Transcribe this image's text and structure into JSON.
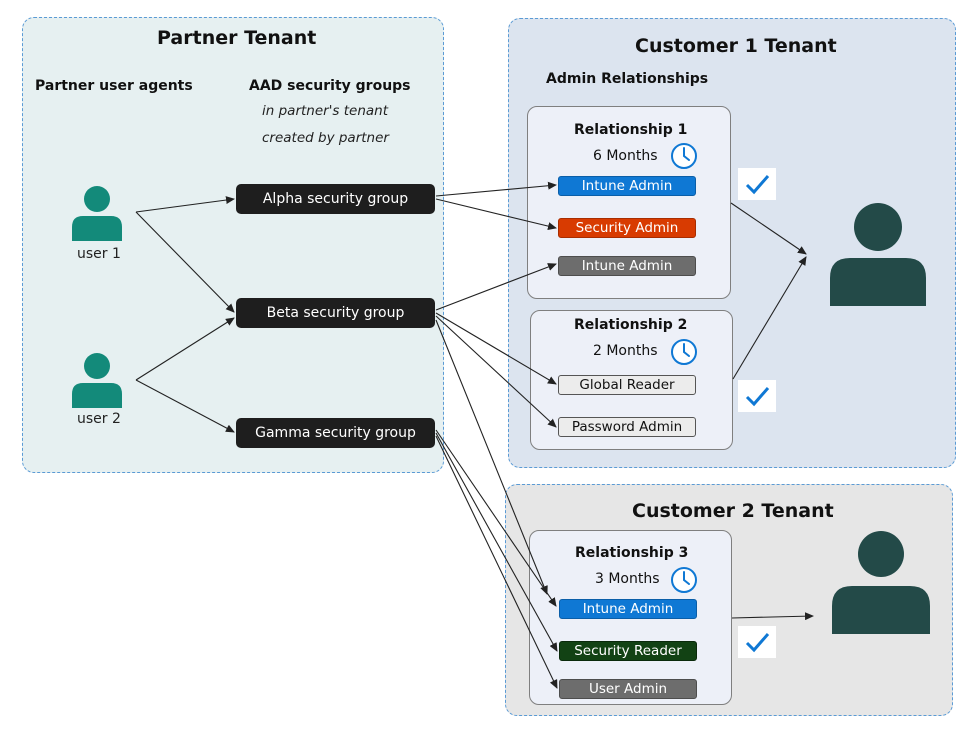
{
  "partner": {
    "title": "Partner Tenant",
    "agents_heading": "Partner user agents",
    "groups_heading": "AAD security groups",
    "groups_note_line1": "in partner's tenant",
    "groups_note_line2": "created by partner",
    "users": [
      {
        "label": "user 1"
      },
      {
        "label": "user 2"
      }
    ],
    "groups": [
      {
        "label": "Alpha security group"
      },
      {
        "label": "Beta security group"
      },
      {
        "label": "Gamma security group"
      }
    ]
  },
  "customer1": {
    "title": "Customer 1 Tenant",
    "subtitle": "Admin Relationships",
    "relationships": [
      {
        "title": "Relationship 1",
        "duration": "6 Months",
        "roles": [
          {
            "label": "Intune Admin",
            "color": "#0f78d4"
          },
          {
            "label": "Security Admin",
            "color": "#d83b01"
          },
          {
            "label": "Intune Admin",
            "color": "#6d6d6d"
          }
        ]
      },
      {
        "title": "Relationship 2",
        "duration": "2 Months",
        "roles": [
          {
            "label": "Global Reader",
            "color": "#ececec"
          },
          {
            "label": "Password Admin",
            "color": "#ececec"
          }
        ]
      }
    ]
  },
  "customer2": {
    "title": "Customer 2 Tenant",
    "relationships": [
      {
        "title": "Relationship 3",
        "duration": "3 Months",
        "roles": [
          {
            "label": "Intune Admin",
            "color": "#0f78d4"
          },
          {
            "label": "Security Reader",
            "color": "#124214"
          },
          {
            "label": "User Admin",
            "color": "#6d6d6d"
          }
        ]
      }
    ]
  },
  "colors": {
    "partner_bg": "#e6f0f1",
    "customer1_bg": "#dce4ef",
    "customer2_bg": "#e6e6e6",
    "dashed_border": "#5b9bd5",
    "partner_user_icon": "#138a7a",
    "customer_user_icon": "#234a48",
    "checkmark": "#0f78d4",
    "clock": "#0f78d4"
  },
  "icons": {
    "user": "person-icon",
    "duration": "clock-icon",
    "approved": "checkmark-icon"
  }
}
